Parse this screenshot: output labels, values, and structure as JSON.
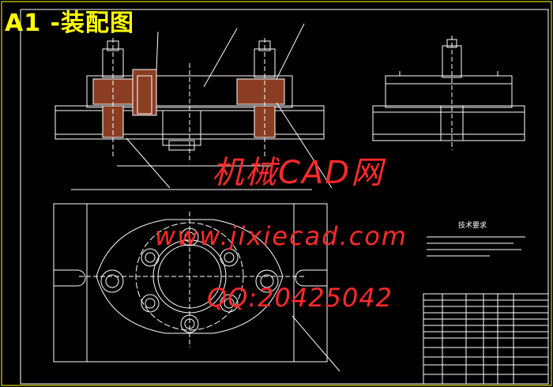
{
  "drawing": {
    "title": "A1 -装配图",
    "tech_requirements_title": "技术要求"
  },
  "watermark": {
    "line1": "机械CAD网",
    "line2": "www.jixiecad.com",
    "line3": "QQ:20425042"
  },
  "colors": {
    "background": "#000000",
    "lines": "#ffffff",
    "title": "#ffff00",
    "watermark": "#ff2a2a",
    "frame": "#ffff00"
  }
}
